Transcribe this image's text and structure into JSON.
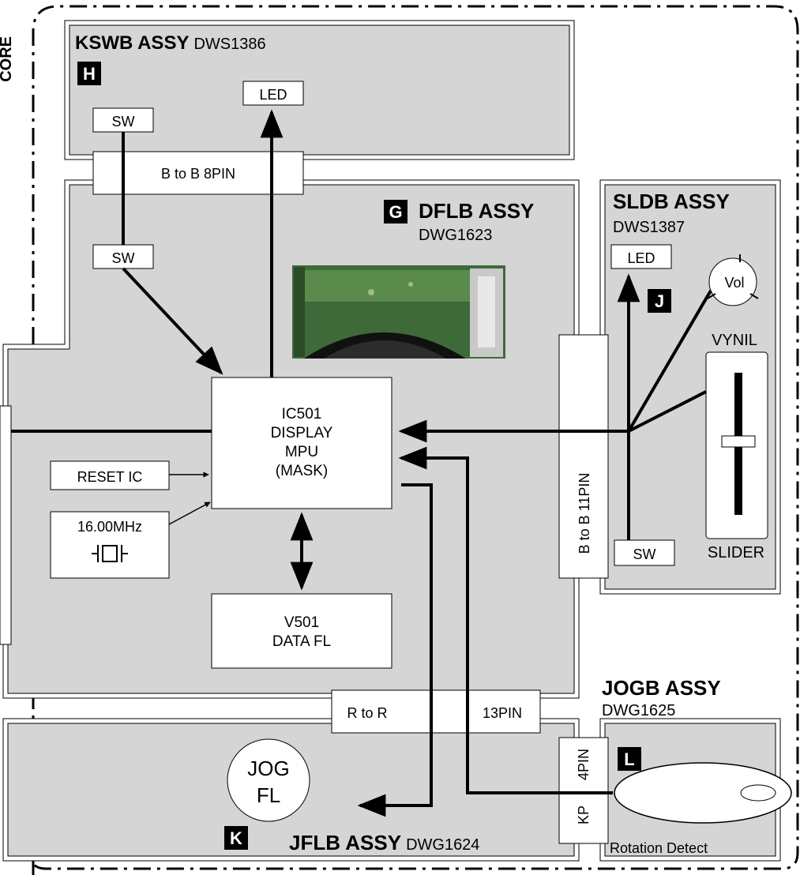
{
  "page": {
    "side_label": "CORE"
  },
  "boards": {
    "kswb": {
      "name": "KSWB ASSY",
      "part": "DWS1386",
      "badge": "H"
    },
    "dflb": {
      "name": "DFLB ASSY",
      "part": "DWG1623",
      "badge": "G"
    },
    "sldb": {
      "name": "SLDB ASSY",
      "part": "DWS1387",
      "badge": "J"
    },
    "jogb": {
      "name": "JOGB ASSY",
      "part": "DWG1625",
      "badge": "L"
    },
    "jflb": {
      "name": "JFLB ASSY",
      "part": "DWG1624",
      "badge": "K"
    }
  },
  "components": {
    "ksw_sw": "SW",
    "ksw_led": "LED",
    "dflb_sw": "SW",
    "ic501": [
      "IC501",
      "DISPLAY",
      "MPU",
      "(MASK)"
    ],
    "reset_ic": "RESET IC",
    "crystal": "16.00MHz",
    "v501": [
      "V501",
      "DATA FL"
    ],
    "sld_led": "LED",
    "vol": "Vol",
    "vynil": "VYNIL",
    "slider": "SLIDER",
    "sld_sw": "SW",
    "jog_fl": [
      "JOG",
      "FL"
    ],
    "rotation_detect": "Rotation Detect"
  },
  "connectors": {
    "btob8": "B to B 8PIN",
    "btob11": "B to B 11PIN",
    "rtor": "R to R",
    "pin13": "13PIN",
    "pin4": "4PIN",
    "kp": "KP"
  }
}
